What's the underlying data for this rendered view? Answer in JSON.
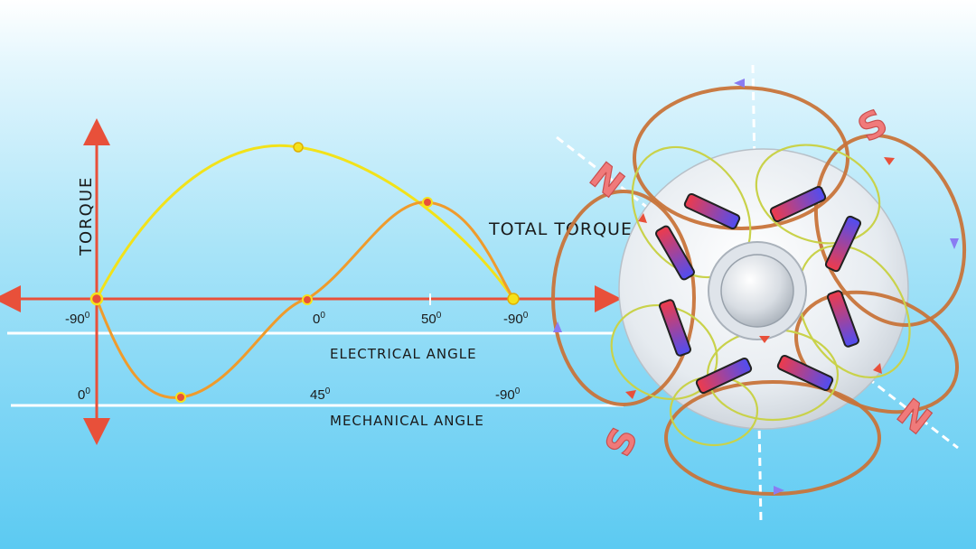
{
  "graph": {
    "y_axis_label": "TORQUE",
    "electrical_axis_label": "ELECTRICAL ANGLE",
    "mechanical_axis_label": "MECHANICAL ANGLE",
    "total_torque_label": "TOTAL TORQUE",
    "electrical_ticks": [
      {
        "base": "-90",
        "sup": "0"
      },
      {
        "base": "0",
        "sup": "0"
      },
      {
        "base": "50",
        "sup": "0"
      },
      {
        "base": "-90",
        "sup": "0"
      }
    ],
    "mechanical_ticks": [
      {
        "base": "0",
        "sup": "0"
      },
      {
        "base": "45",
        "sup": "0"
      },
      {
        "base": "-90",
        "sup": "0"
      }
    ]
  },
  "motor": {
    "pole_labels": [
      "N",
      "S",
      "N",
      "S"
    ]
  },
  "colors": {
    "axis": "#e8503a",
    "total_torque_curve": "#f2e21a",
    "torque_curve": "#ef9b2c",
    "copper_loop": "#c8743a",
    "inner_loop": "#c9d24a",
    "rotor": "#e8edf2",
    "magnet_red": "#ef3b4a",
    "magnet_blue": "#4f4df2",
    "pole_text": "#f07a7a"
  }
}
